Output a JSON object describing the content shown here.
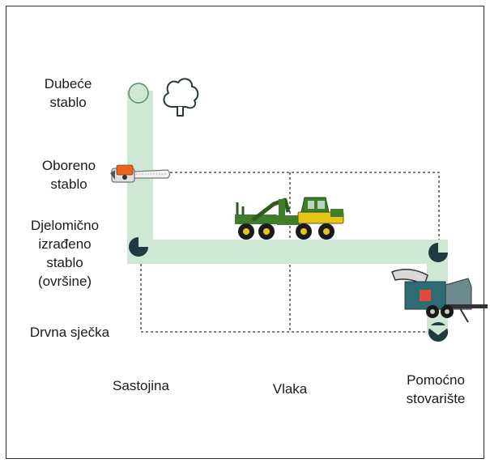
{
  "stages": {
    "standing_tree": "Dubeće\nstablo",
    "felled_tree": "Oboreno\nstablo",
    "partially_processed": "Djelomično\nizrađeno\nstablo\n(ovršine)",
    "wood_chips": "Drvna sječka"
  },
  "locations": {
    "stand": "Sastojina",
    "skid_trail": "Vlaka",
    "landing": "Pomoćno\nstovarište"
  },
  "colors": {
    "flow": "#cfe8d6",
    "node": "#1f3a40",
    "machine_green": "#3f7d2a",
    "machine_yellow": "#e8c419",
    "saw_orange": "#e8641f"
  },
  "icons": [
    "tree-icon",
    "chainsaw-icon",
    "forwarder-icon",
    "wood-chipper-icon"
  ]
}
